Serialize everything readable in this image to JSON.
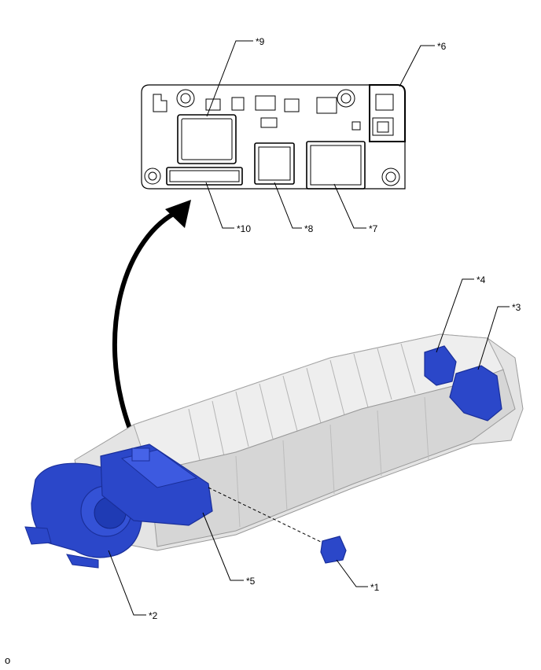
{
  "callouts": {
    "c1": "*1",
    "c2": "*2",
    "c3": "*3",
    "c4": "*4",
    "c5": "*5",
    "c6": "*6",
    "c7": "*7",
    "c8": "*8",
    "c9": "*9",
    "c10": "*10"
  },
  "footer_code": "o",
  "colors": {
    "part_highlight": "#2b47c9",
    "part_highlight_dark": "#1a2f9a",
    "battery_body": "#e4e4e4",
    "battery_shadow": "#c8c8c8",
    "outline": "#000000"
  }
}
